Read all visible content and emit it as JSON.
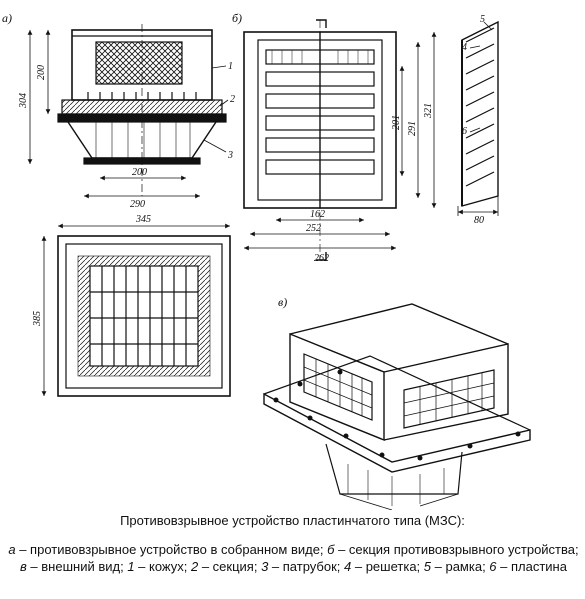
{
  "figure": {
    "view_labels": {
      "a": "а)",
      "b": "б)",
      "c": "в)"
    },
    "dims_a": {
      "h1": "200",
      "h2": "304",
      "w1": "200",
      "w2": "290"
    },
    "dims_b": {
      "w1": "162",
      "w2": "252",
      "w3": "262",
      "h1": "201",
      "h2": "291",
      "h3": "321"
    },
    "dims_c": {
      "w": "345",
      "h": "385"
    },
    "dims_side": {
      "w": "80"
    },
    "callouts_a": [
      "1",
      "2",
      "3"
    ],
    "callouts_side": [
      "4",
      "5",
      "6"
    ]
  },
  "caption": {
    "title": "Противовзрывное устройство пластинчатого типа (МЗС):",
    "items": [
      {
        "key": "а",
        "text": " – противовзрывное устройство в собранном виде; "
      },
      {
        "key": "б",
        "text": " – секция противовзрывного устройства; "
      },
      {
        "key": "в",
        "text": " – внешний вид; "
      },
      {
        "key": "1",
        "text": " – кожух; "
      },
      {
        "key": "2",
        "text": " – секция; "
      },
      {
        "key": "3",
        "text": " – патрубок; "
      },
      {
        "key": "4",
        "text": " – решетка; "
      },
      {
        "key": "5",
        "text": " – рамка; "
      },
      {
        "key": "6",
        "text": " – пластина"
      }
    ]
  }
}
